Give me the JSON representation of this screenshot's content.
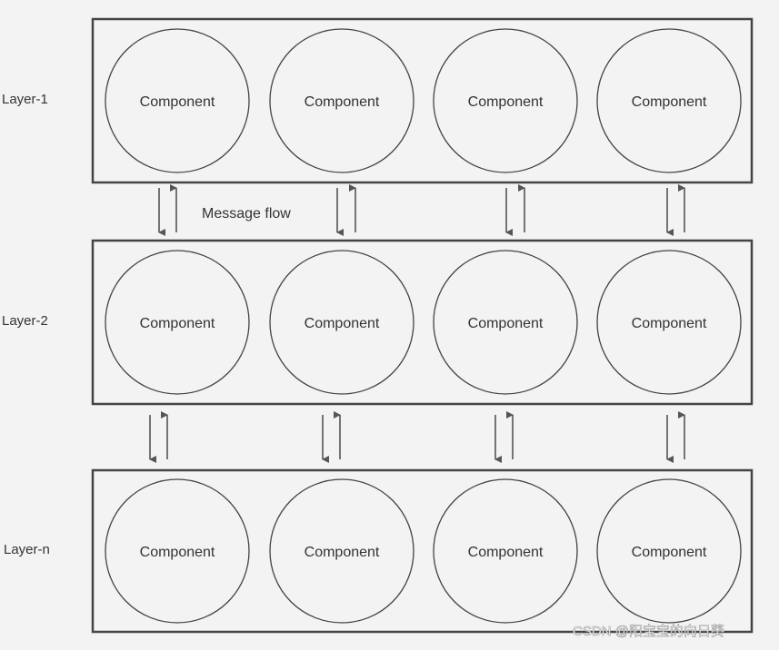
{
  "layers": [
    {
      "label": "Layer-1",
      "components": [
        "Component",
        "Component",
        "Component",
        "Component"
      ]
    },
    {
      "label": "Layer-2",
      "components": [
        "Component",
        "Component",
        "Component",
        "Component"
      ]
    },
    {
      "label": "Layer-n",
      "components": [
        "Component",
        "Component",
        "Component",
        "Component"
      ]
    }
  ],
  "message_flow_label": "Message flow",
  "watermark": "CSDN @阳宝宝的向日葵",
  "colors": {
    "background": "#f3f3f3",
    "stroke": "#444444",
    "arrow": "#555555"
  }
}
